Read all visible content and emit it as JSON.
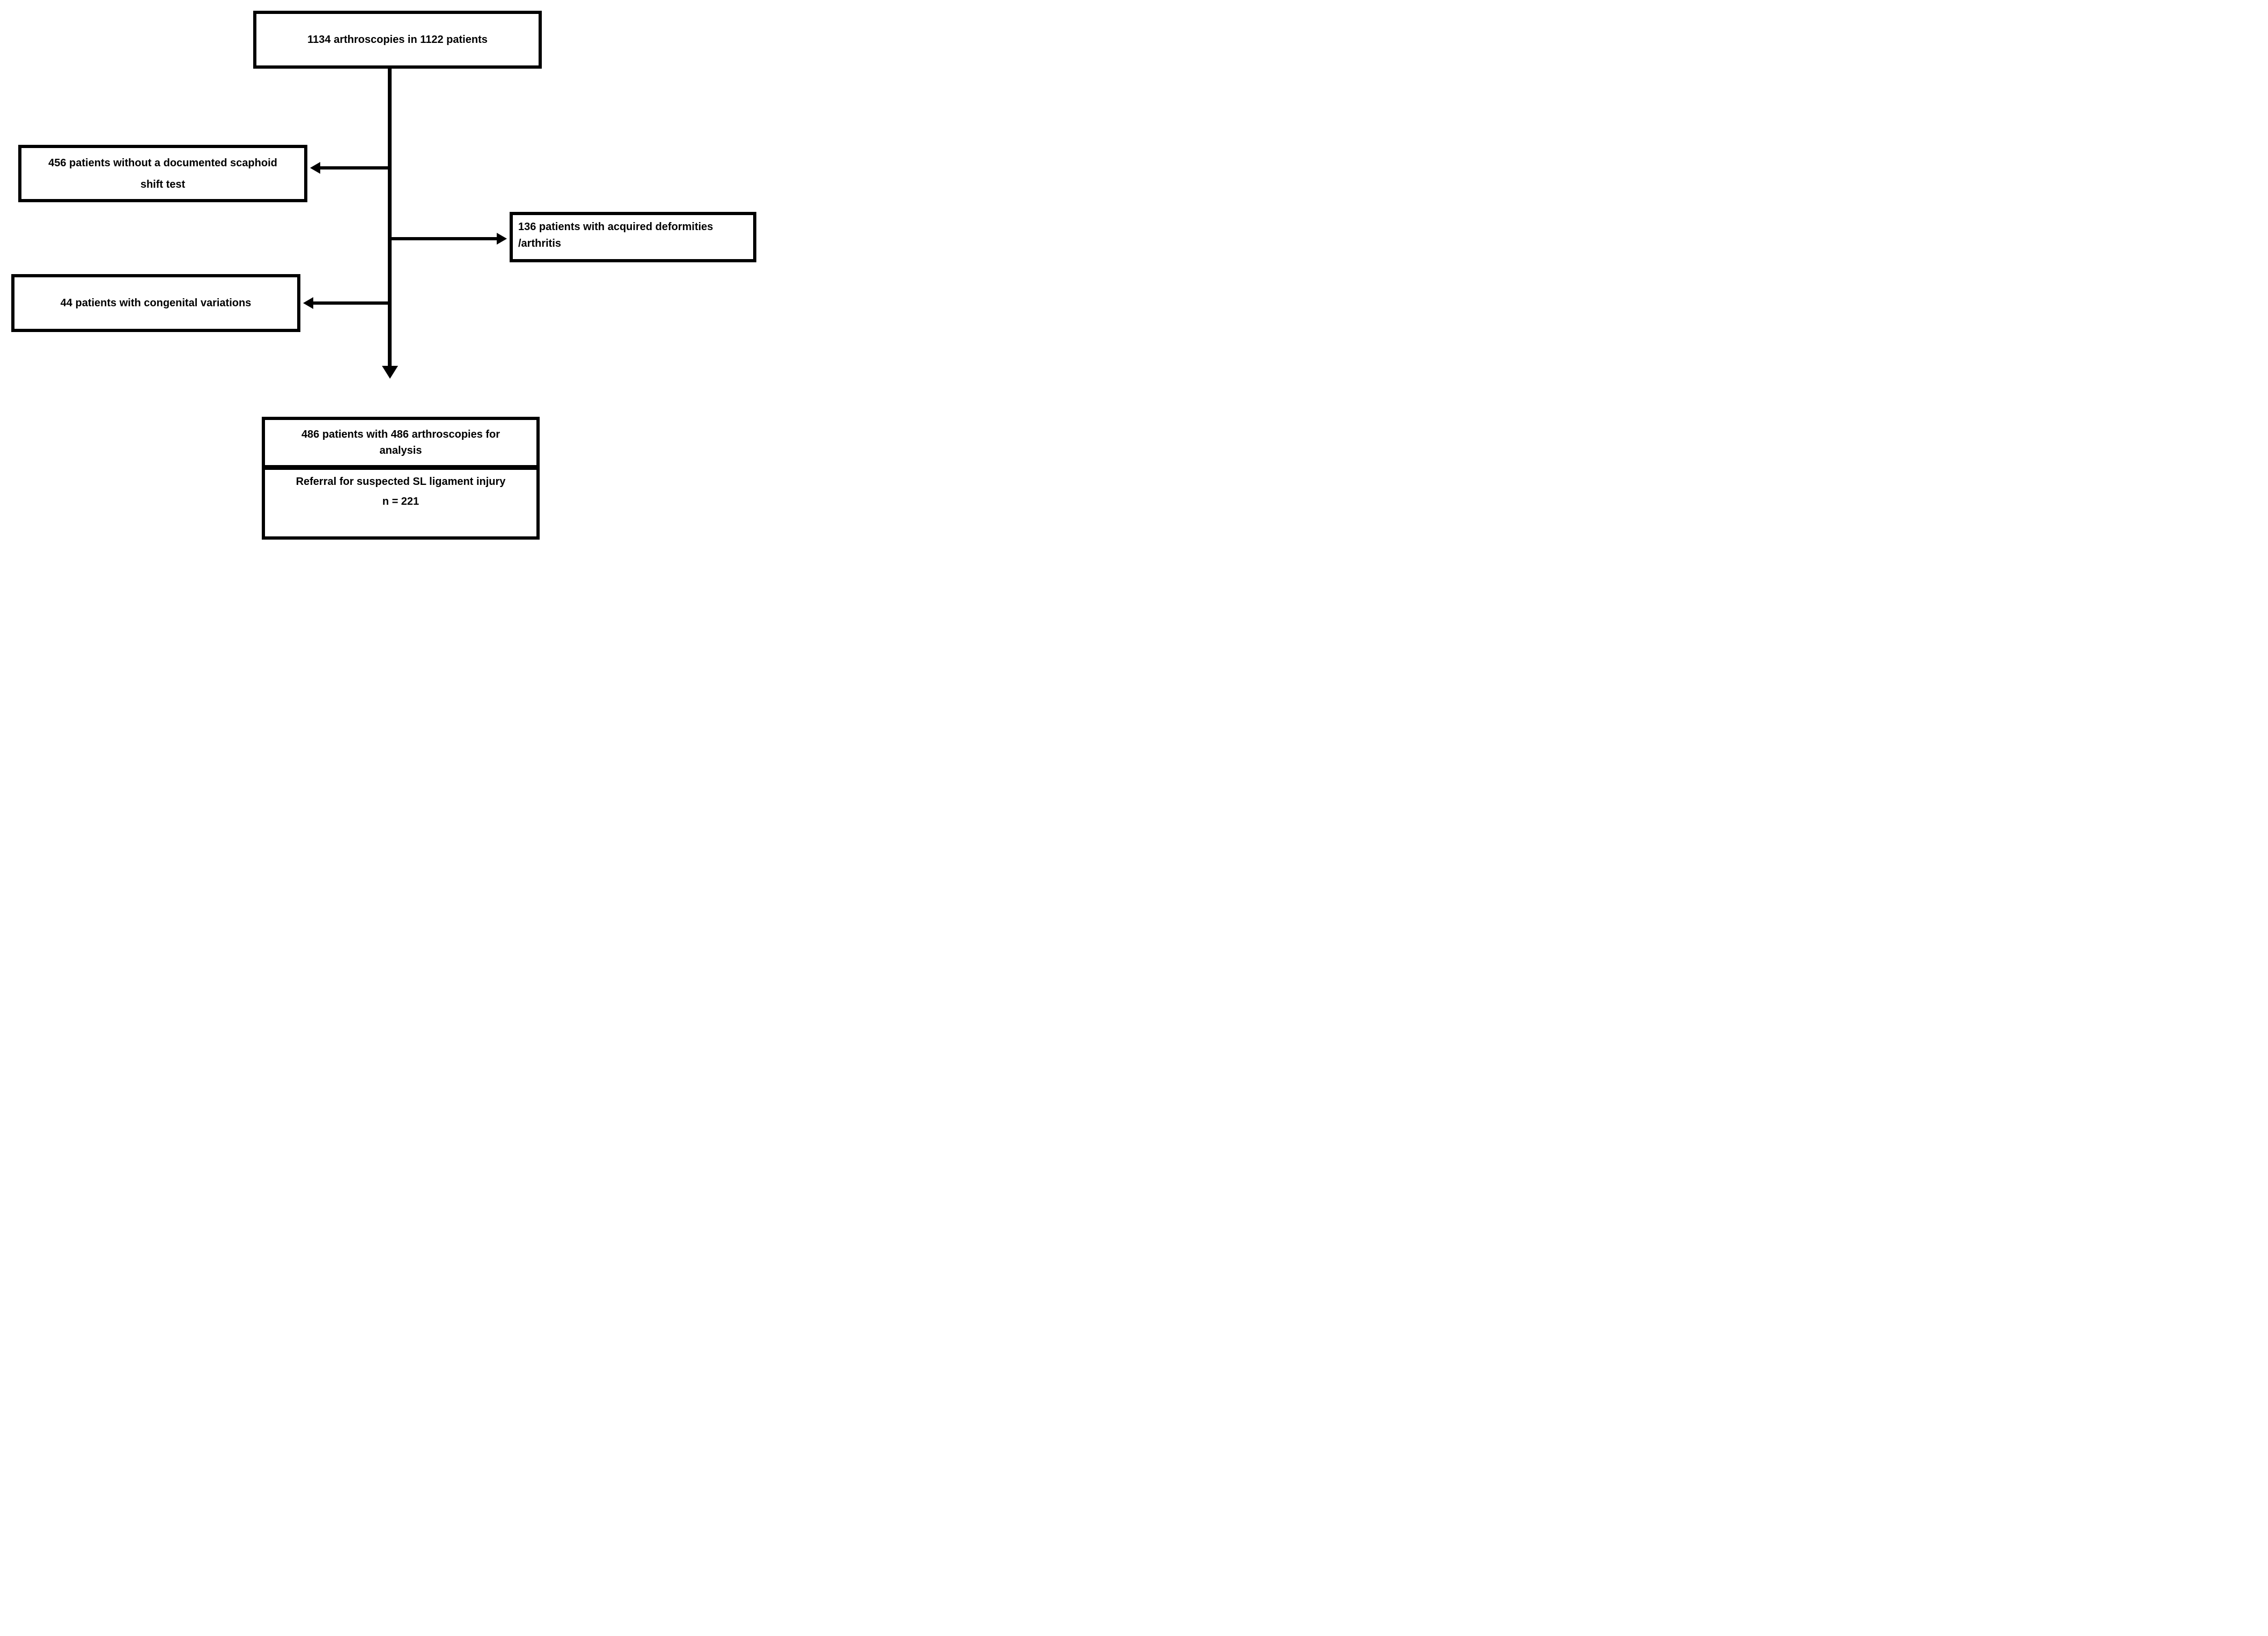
{
  "figure": {
    "type": "patient-flow-diagram",
    "colors": {
      "background": "#ffffff",
      "stroke": "#000000",
      "text": "#000000"
    },
    "boxes": {
      "total": {
        "lines": [
          "1134 arthroscopies in 1122 patients"
        ]
      },
      "no_shift_test": {
        "lines": [
          "456 patients without a documented scaphoid",
          "shift test"
        ]
      },
      "acquired_deformities": {
        "lines": [
          "136 patients with acquired deformities",
          "/arthritis"
        ]
      },
      "congenital_variations": {
        "lines": [
          "44 patients with congenital variations"
        ]
      },
      "analysis": {
        "lines": [
          "486 patients with 486 arthroscopies for",
          "analysis"
        ]
      },
      "referral": {
        "lines": [
          "Referral for suspected SL ligament injury",
          "n = 221"
        ]
      }
    }
  }
}
